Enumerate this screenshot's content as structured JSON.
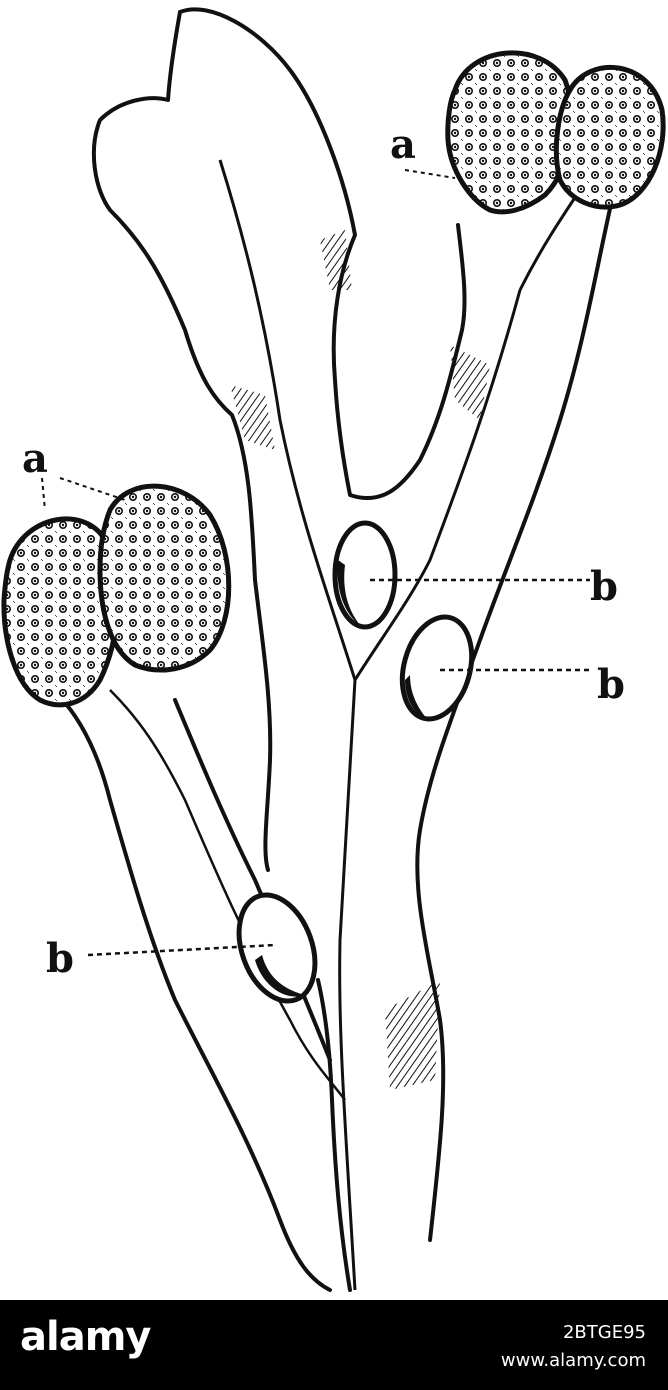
{
  "figure": {
    "labels": {
      "a_top": "a",
      "a_left": "a",
      "b_right_upper": "b",
      "b_right_lower": "b",
      "b_left": "b"
    }
  },
  "footer": {
    "logo": "alamy",
    "image_id": "2BTGE95",
    "site": "www.alamy.com"
  },
  "colors": {
    "ink": "#111111",
    "paper": "#ffffff",
    "footer_bg": "#000000",
    "footer_text": "#ffffff"
  }
}
